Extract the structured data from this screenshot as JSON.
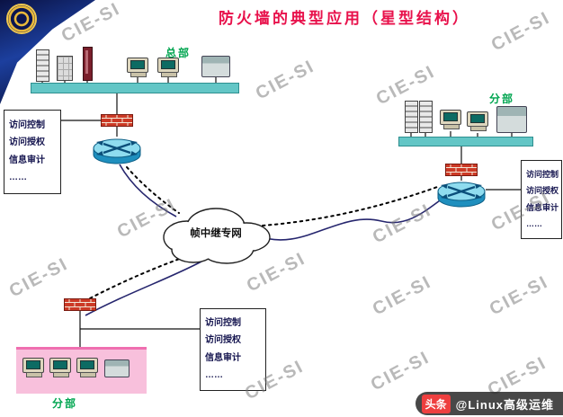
{
  "title": "防火墙的典型应用（星型结构）",
  "watermark": "CIE-SI",
  "sites": {
    "hq": {
      "label": "总部"
    },
    "branch_right": {
      "label": "分部"
    },
    "branch_bottom": {
      "label": "分部"
    }
  },
  "cloud": {
    "label": "帧中继专网"
  },
  "policy": {
    "lines": [
      "访问控制",
      "访问授权",
      "信息审计",
      "……"
    ]
  },
  "footer": {
    "badge": "头条",
    "handle": "@Linux高级运维"
  },
  "icons": {
    "company-logo": "gold-ring-emblem",
    "server-rack": "striped-tall-cabinet",
    "server-cabinet": "grid-box",
    "pc-tower": "maroon-tower",
    "workstation": "desktop-monitor-with-base",
    "copier": "gray-printer-box",
    "firewall": "red-brick-wall",
    "router": "cyan-cylinder-with-cross-arrows",
    "cloud": "outlined-cloud"
  },
  "colors": {
    "title": "#e8114b",
    "lan_bar": "#63c6c6",
    "branch_bottom_block": "#f8c0dc",
    "site_label": "#00a550",
    "firewall": "#cc3a26",
    "router_top": "#8fdcef",
    "link_line": "#26266e"
  }
}
